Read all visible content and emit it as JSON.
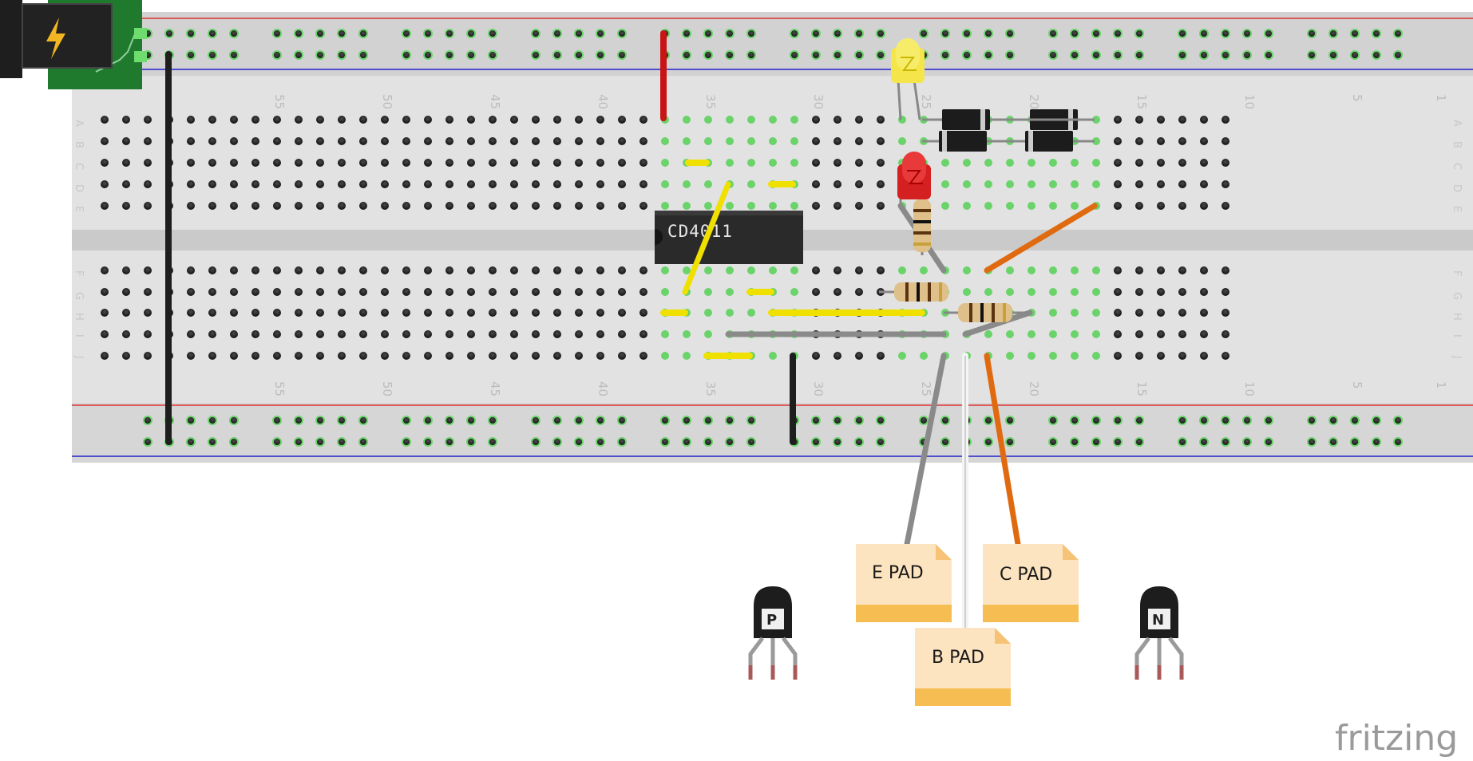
{
  "breadboard": {
    "column_numbers": [
      "55",
      "50",
      "45",
      "40",
      "35",
      "30",
      "25",
      "20",
      "15",
      "10",
      "5",
      "1"
    ],
    "row_labels_top": [
      "A",
      "B",
      "C",
      "D",
      "E"
    ],
    "row_labels_bottom": [
      "F",
      "G",
      "H",
      "I",
      "J"
    ]
  },
  "components": {
    "ic_label": "CD4011",
    "pads": {
      "e": "E PAD",
      "c": "C PAD",
      "b": "B PAD"
    },
    "transistor_p": "P",
    "transistor_n": "N"
  },
  "colors": {
    "wire_red": "#c81414",
    "wire_black": "#1e1e1e",
    "wire_yellow": "#f0e000",
    "wire_orange": "#e06a10",
    "wire_gray": "#8a8a8a",
    "rail_red": "#d33",
    "rail_blue": "#22c"
  },
  "brand": "fritzing"
}
